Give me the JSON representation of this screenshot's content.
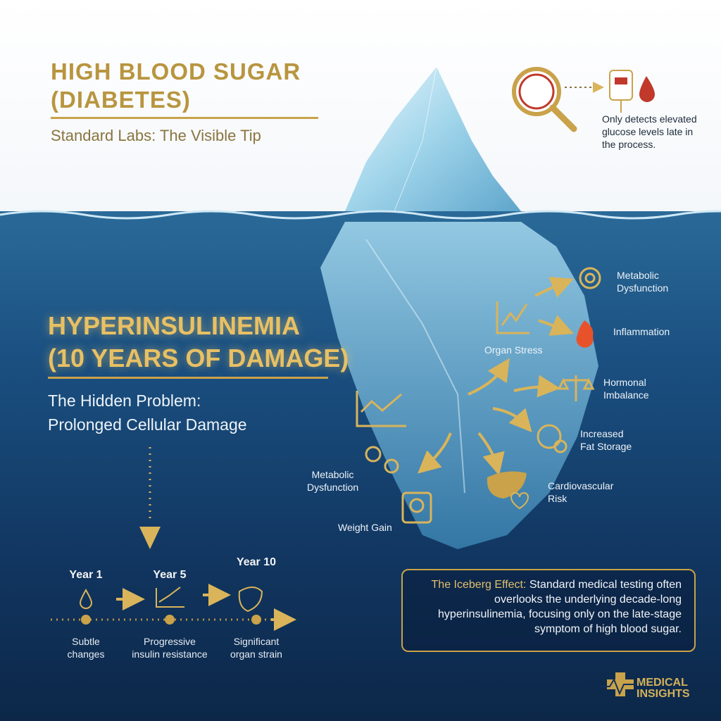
{
  "top": {
    "title_line1": "HIGH BLOOD SUGAR",
    "title_line2": "(DIABETES)",
    "subtitle": "Standard Labs: The Visible Tip",
    "lab_note": "Only detects elevated glucose levels late in the process."
  },
  "bottom": {
    "title_line1": "HYPERINSULINEMIA",
    "title_line2": "(10 YEARS OF DAMAGE)",
    "subtitle_line1": "The Hidden Problem:",
    "subtitle_line2": "Prolonged Cellular Damage"
  },
  "effects": [
    {
      "label_line1": "Metabolic",
      "label_line2": "Dysfunction",
      "icon": "gear-icon"
    },
    {
      "label_line1": "Inflammation",
      "label_line2": "",
      "icon": "flame-icon"
    },
    {
      "label_line1": "Organ Stress",
      "label_line2": "",
      "icon": "rising-chart-icon"
    },
    {
      "label_line1": "Hormonal",
      "label_line2": "Imbalance",
      "icon": "scales-icon"
    },
    {
      "label_line1": "Increased",
      "label_line2": "Fat Storage",
      "icon": "fat-cell-icon"
    },
    {
      "label_line1": "Cardiovascular",
      "label_line2": "Risk",
      "icon": "liver-heart-icon"
    },
    {
      "label_line1": "Metabolic",
      "label_line2": "Dysfunction",
      "icon": "gears-icon"
    },
    {
      "label_line1": "Weight Gain",
      "label_line2": "",
      "icon": "scale-icon"
    }
  ],
  "timeline": [
    {
      "year": "Year 1",
      "caption_line1": "Subtle",
      "caption_line2": "changes"
    },
    {
      "year": "Year 5",
      "caption_line1": "Progressive",
      "caption_line2": "insulin resistance"
    },
    {
      "year": "Year 10",
      "caption_line1": "Significant",
      "caption_line2": "organ strain"
    }
  ],
  "iceberg_effect": {
    "lead": "The Iceberg Effect:",
    "text": " Standard medical testing often overlooks the underlying decade-long hyperinsulinemia, focusing only on the late-stage symptom of high blood sugar."
  },
  "logo": {
    "line1": "MEDICAL",
    "line2": "INSIGHTS"
  },
  "colors": {
    "gold": "#c9a24a",
    "navy": "#11355f",
    "ice": "#a9dcef"
  }
}
